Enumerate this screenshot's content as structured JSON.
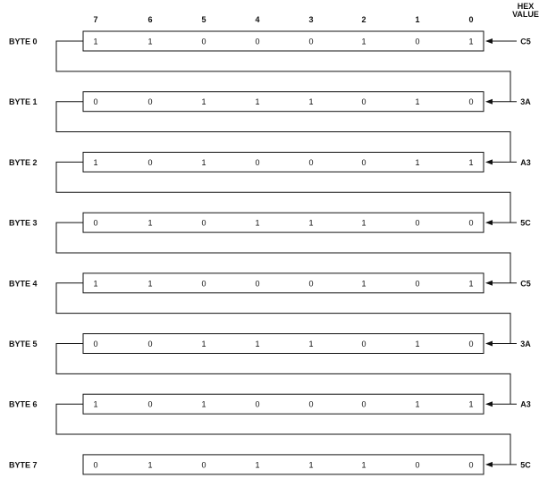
{
  "header": {
    "bit_positions": [
      "7",
      "6",
      "5",
      "4",
      "3",
      "2",
      "1",
      "0"
    ],
    "hex_title_line1": "HEX",
    "hex_title_line2": "VALUE"
  },
  "bytes": [
    {
      "label": "BYTE 0",
      "bits": [
        "1",
        "1",
        "0",
        "0",
        "0",
        "1",
        "0",
        "1"
      ],
      "hex": "C5"
    },
    {
      "label": "BYTE 1",
      "bits": [
        "0",
        "0",
        "1",
        "1",
        "1",
        "0",
        "1",
        "0"
      ],
      "hex": "3A"
    },
    {
      "label": "BYTE 2",
      "bits": [
        "1",
        "0",
        "1",
        "0",
        "0",
        "0",
        "1",
        "1"
      ],
      "hex": "A3"
    },
    {
      "label": "BYTE 3",
      "bits": [
        "0",
        "1",
        "0",
        "1",
        "1",
        "1",
        "0",
        "0"
      ],
      "hex": "5C"
    },
    {
      "label": "BYTE 4",
      "bits": [
        "1",
        "1",
        "0",
        "0",
        "0",
        "1",
        "0",
        "1"
      ],
      "hex": "C5"
    },
    {
      "label": "BYTE 5",
      "bits": [
        "0",
        "0",
        "1",
        "1",
        "1",
        "0",
        "1",
        "0"
      ],
      "hex": "3A"
    },
    {
      "label": "BYTE 6",
      "bits": [
        "1",
        "0",
        "1",
        "0",
        "0",
        "0",
        "1",
        "1"
      ],
      "hex": "A3"
    },
    {
      "label": "BYTE 7",
      "bits": [
        "0",
        "1",
        "0",
        "1",
        "1",
        "1",
        "0",
        "0"
      ],
      "hex": "5C"
    }
  ]
}
